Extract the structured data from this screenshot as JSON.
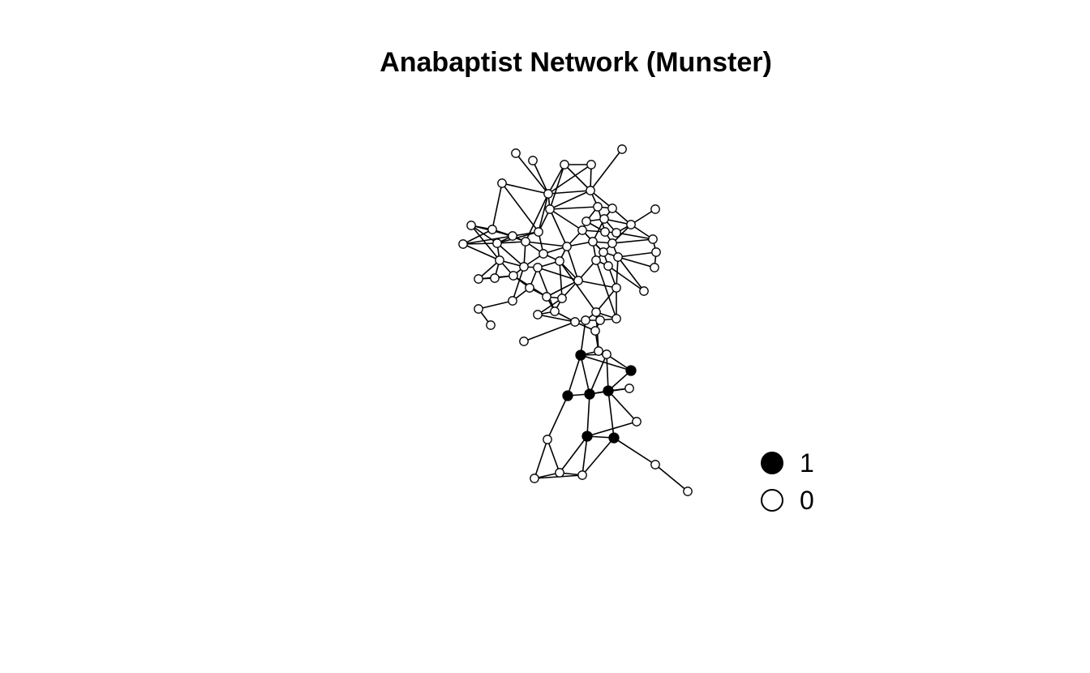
{
  "title": "Anabaptist Network (Munster)",
  "legend": [
    {
      "label": "1",
      "fill": "#000000"
    },
    {
      "label": "0",
      "fill": "#ffffff"
    }
  ],
  "node_colors": {
    "1": "#000000",
    "0": "#ffffff"
  },
  "edge_color": "#000000"
}
